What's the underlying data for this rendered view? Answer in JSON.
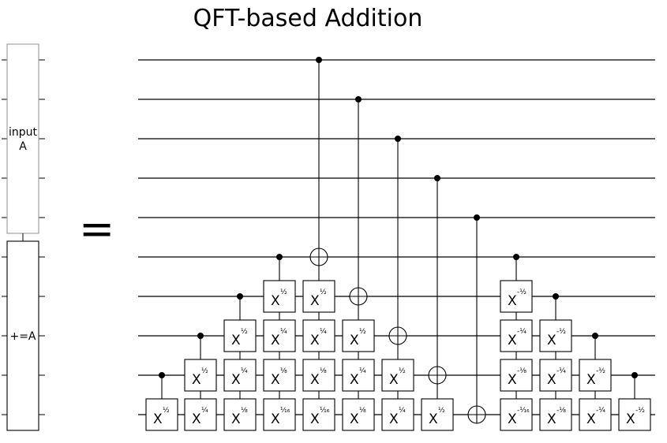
{
  "title": "QFT-based Addition",
  "equals": "=",
  "blocks": [
    {
      "label_lines": [
        "input",
        "A"
      ],
      "wires": [
        0,
        1,
        2,
        3,
        4
      ],
      "style": "gray"
    },
    {
      "label_lines": [
        "+=A"
      ],
      "wires": [
        5,
        6,
        7,
        8,
        9
      ],
      "style": "black"
    }
  ],
  "wire_count": 10,
  "gate_symbol": "X",
  "columns": [
    {
      "controls": [
        8
      ],
      "targets": [
        {
          "wire": 9,
          "type": "box",
          "exp": "½"
        }
      ]
    },
    {
      "controls": [
        7
      ],
      "targets": [
        {
          "wire": 8,
          "type": "box",
          "exp": "½"
        },
        {
          "wire": 9,
          "type": "box",
          "exp": "¼"
        }
      ]
    },
    {
      "controls": [
        6
      ],
      "targets": [
        {
          "wire": 7,
          "type": "box",
          "exp": "½"
        },
        {
          "wire": 8,
          "type": "box",
          "exp": "¼"
        },
        {
          "wire": 9,
          "type": "box",
          "exp": "⅛"
        }
      ]
    },
    {
      "controls": [
        5
      ],
      "targets": [
        {
          "wire": 6,
          "type": "box",
          "exp": "½"
        },
        {
          "wire": 7,
          "type": "box",
          "exp": "¼"
        },
        {
          "wire": 8,
          "type": "box",
          "exp": "⅛"
        },
        {
          "wire": 9,
          "type": "box",
          "exp": "¹⁄₁₆"
        }
      ]
    },
    {
      "controls": [
        0
      ],
      "targets": [
        {
          "wire": 5,
          "type": "oplus"
        },
        {
          "wire": 6,
          "type": "box",
          "exp": "½"
        },
        {
          "wire": 7,
          "type": "box",
          "exp": "¼"
        },
        {
          "wire": 8,
          "type": "box",
          "exp": "⅛"
        },
        {
          "wire": 9,
          "type": "box",
          "exp": "¹⁄₁₆"
        }
      ]
    },
    {
      "controls": [
        1
      ],
      "targets": [
        {
          "wire": 6,
          "type": "oplus"
        },
        {
          "wire": 7,
          "type": "box",
          "exp": "½"
        },
        {
          "wire": 8,
          "type": "box",
          "exp": "¼"
        },
        {
          "wire": 9,
          "type": "box",
          "exp": "⅛"
        }
      ]
    },
    {
      "controls": [
        2
      ],
      "targets": [
        {
          "wire": 7,
          "type": "oplus"
        },
        {
          "wire": 8,
          "type": "box",
          "exp": "½"
        },
        {
          "wire": 9,
          "type": "box",
          "exp": "¼"
        }
      ]
    },
    {
      "controls": [
        3
      ],
      "targets": [
        {
          "wire": 8,
          "type": "oplus"
        },
        {
          "wire": 9,
          "type": "box",
          "exp": "½"
        }
      ]
    },
    {
      "controls": [
        4
      ],
      "targets": [
        {
          "wire": 9,
          "type": "oplus"
        }
      ]
    },
    {
      "controls": [
        5
      ],
      "targets": [
        {
          "wire": 6,
          "type": "box",
          "exp": "-½"
        },
        {
          "wire": 7,
          "type": "box",
          "exp": "-¼"
        },
        {
          "wire": 8,
          "type": "box",
          "exp": "-⅛"
        },
        {
          "wire": 9,
          "type": "box",
          "exp": "-¹⁄₁₆"
        }
      ]
    },
    {
      "controls": [
        6
      ],
      "targets": [
        {
          "wire": 7,
          "type": "box",
          "exp": "-½"
        },
        {
          "wire": 8,
          "type": "box",
          "exp": "-¼"
        },
        {
          "wire": 9,
          "type": "box",
          "exp": "-⅛"
        }
      ]
    },
    {
      "controls": [
        7
      ],
      "targets": [
        {
          "wire": 8,
          "type": "box",
          "exp": "-½"
        },
        {
          "wire": 9,
          "type": "box",
          "exp": "-¼"
        }
      ]
    },
    {
      "controls": [
        8
      ],
      "targets": [
        {
          "wire": 9,
          "type": "box",
          "exp": "-½"
        }
      ]
    }
  ]
}
